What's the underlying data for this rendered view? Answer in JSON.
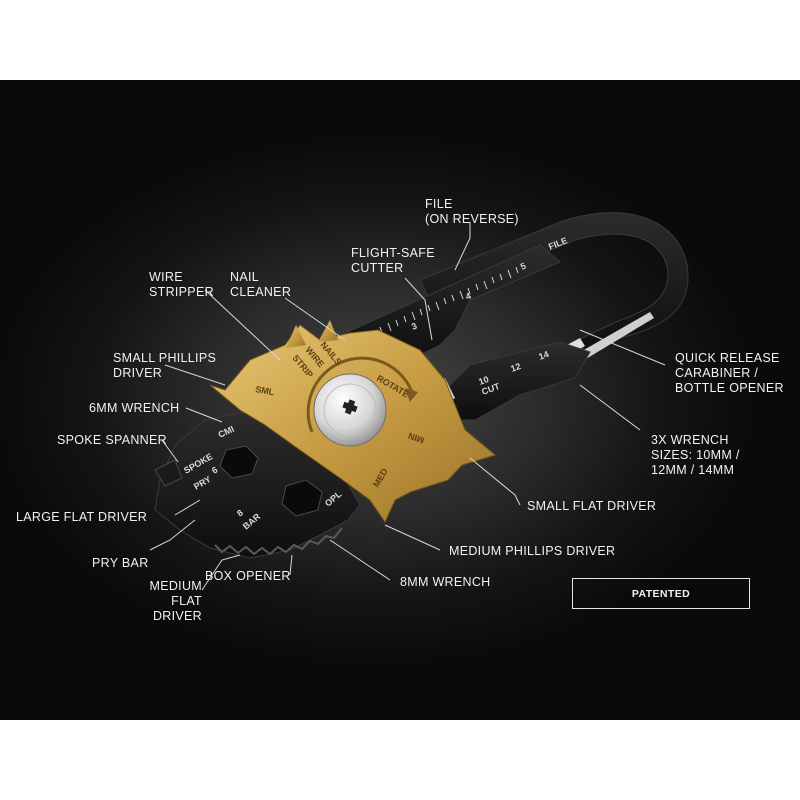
{
  "callouts": {
    "file": "FILE\n(ON REVERSE)",
    "flight_safe_cutter": "FLIGHT-SAFE\nCUTTER",
    "wire_stripper": "WIRE\nSTRIPPER",
    "nail_cleaner": "NAIL\nCLEANER",
    "small_phillips_driver": "SMALL PHILLIPS\nDRIVER",
    "wrench_6mm": "6MM WRENCH",
    "spoke_spanner": "SPOKE SPANNER",
    "large_flat_driver": "LARGE FLAT DRIVER",
    "pry_bar": "PRY BAR",
    "medium_flat_driver": "MEDIUM\nFLAT DRIVER",
    "box_opener": "BOX OPENER",
    "wrench_8mm": "8MM WRENCH",
    "medium_phillips_driver": "MEDIUM PHILLIPS DRIVER",
    "small_flat_driver": "SMALL FLAT DRIVER",
    "wrench_3x": "3X WRENCH\nSIZES: 10MM /\n12MM / 14MM",
    "carabiner": "QUICK RELEASE\nCARABINER /\nBOTTLE OPENER"
  },
  "badge": "PATENTED",
  "engravings": {
    "file": "FILE",
    "ruler_3": "3",
    "ruler_4": "4",
    "ruler_5": "5",
    "wrench_10": "10",
    "wrench_12": "12",
    "wrench_14": "14",
    "cut": "CUT",
    "nails": "NAILS",
    "wire": "WIRE",
    "strip": "STRIP",
    "sml": "SML",
    "rotate": "ROTATE",
    "min": "MIN",
    "med": "MED",
    "opl": "OPL",
    "cmi": "CMI",
    "spoke": "SPOKE",
    "pry": "PRY",
    "six": "6",
    "eight": "8",
    "bar": "BAR"
  },
  "colors": {
    "background": "#0d0d0d",
    "brass": "#c9a24a",
    "tool_black": "#141414",
    "text": "#f2f2f2"
  }
}
